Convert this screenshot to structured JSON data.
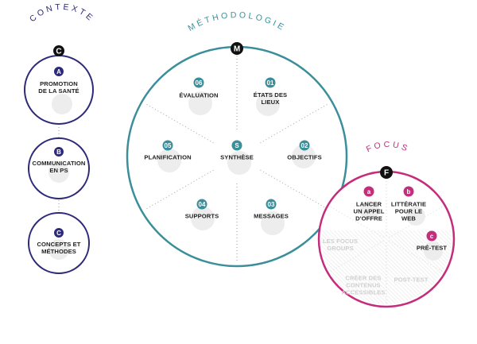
{
  "colors": {
    "contexte": "#2e2a7a",
    "methodologie": "#3a8f9a",
    "focus": "#c42c7c",
    "dark": "#111111",
    "bubble": "#ededed",
    "dots": "#9a9a9a"
  },
  "contexte": {
    "title": "CONTEXTE",
    "badge": "C",
    "items": [
      {
        "badge": "A",
        "label": "PROMOTION\nDE LA SANTÉ"
      },
      {
        "badge": "B",
        "label": "COMMUNICATION\nEN PS"
      },
      {
        "badge": "C",
        "label": "CONCEPTS ET\nMÉTHODES"
      }
    ]
  },
  "methodologie": {
    "title": "MÉTHODOLOGIE",
    "badge": "M",
    "center": {
      "badge": "S",
      "label": "SYNTHÈSE"
    },
    "items": [
      {
        "badge": "01",
        "label": "ÉTATS DES\nLIEUX"
      },
      {
        "badge": "02",
        "label": "OBJECTIFS"
      },
      {
        "badge": "03",
        "label": "MESSAGES"
      },
      {
        "badge": "04",
        "label": "SUPPORTS"
      },
      {
        "badge": "05",
        "label": "PLANIFICATION"
      },
      {
        "badge": "06",
        "label": "ÉVALUATION"
      }
    ]
  },
  "focus": {
    "title": "FOCUS",
    "badge": "F",
    "items": [
      {
        "badge": "a",
        "label": "LANCER\nUN APPEL\nD'OFFRE"
      },
      {
        "badge": "b",
        "label": "LITTÉRATIE\nPOUR LE\nWEB"
      },
      {
        "badge": "c",
        "label": "PRÉ-TEST"
      }
    ],
    "faded": [
      {
        "label": "LES FOCUS\nGROUPS"
      },
      {
        "label": "CRÉER DES\nCONTENUS\nACCESSIBLES"
      },
      {
        "label": "POST-TEST"
      }
    ]
  }
}
